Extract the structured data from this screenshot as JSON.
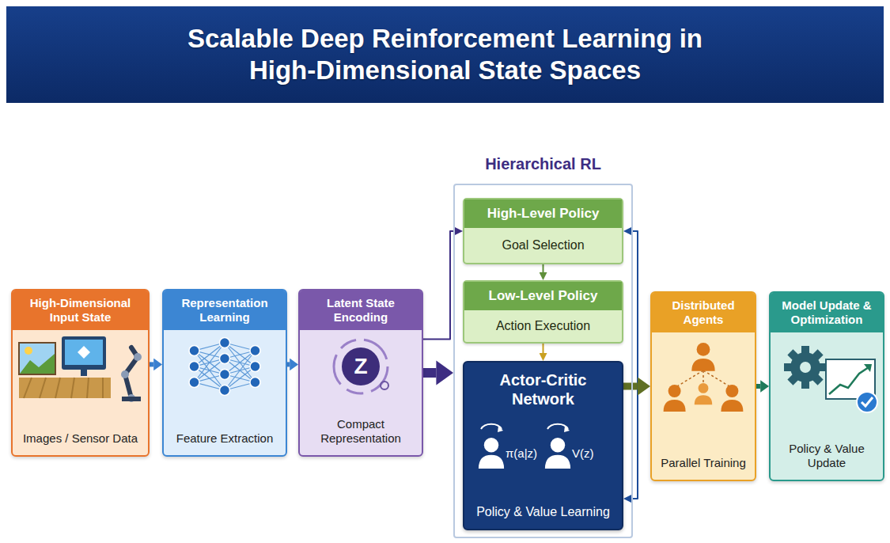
{
  "diagram": {
    "title": "Scalable Deep Reinforcement Learning in High-Dimensional State Spaces",
    "nodes": [
      {
        "text": [
          "High-Dimensional Input State",
          "Images / Sensor Data"
        ]
      },
      {
        "text": [
          "Representation Learning",
          "Feature Extraction"
        ]
      },
      {
        "text": [
          "Latent State Encoding",
          "Z",
          "Compact Representation"
        ]
      },
      {
        "text": [
          "Hierarchical RL"
        ]
      },
      {
        "text": [
          "High-Level Policy",
          "Goal Selection"
        ],
        "in": 3
      },
      {
        "text": [
          "Low-Level Policy",
          "Action Execution"
        ],
        "in": 3
      },
      {
        "text": [
          "Actor-Critic Network",
          "π(a|z)",
          "V(z)",
          "Policy & Value Learning"
        ],
        "in": 3
      },
      {
        "text": [
          "Distributed Agents",
          "Parallel Training"
        ]
      },
      {
        "text": [
          "Model Update & Optimization",
          "Policy & Value Update"
        ]
      }
    ],
    "edges": [
      {
        "from": 0,
        "to": 1,
        "arrow": "to"
      },
      {
        "from": 1,
        "to": 2,
        "arrow": "to"
      },
      {
        "from": 2,
        "to": 3,
        "arrow": "to"
      },
      {
        "from": 2,
        "to": 4,
        "arrow": "to"
      },
      {
        "from": 4,
        "to": 5,
        "arrow": "to"
      },
      {
        "from": 5,
        "to": 6,
        "arrow": "to"
      },
      {
        "from": 6,
        "to": 4,
        "arrow": "both"
      },
      {
        "from": 6,
        "to": 7,
        "arrow": "to"
      },
      {
        "from": 7,
        "to": 8,
        "arrow": "to"
      }
    ]
  }
}
